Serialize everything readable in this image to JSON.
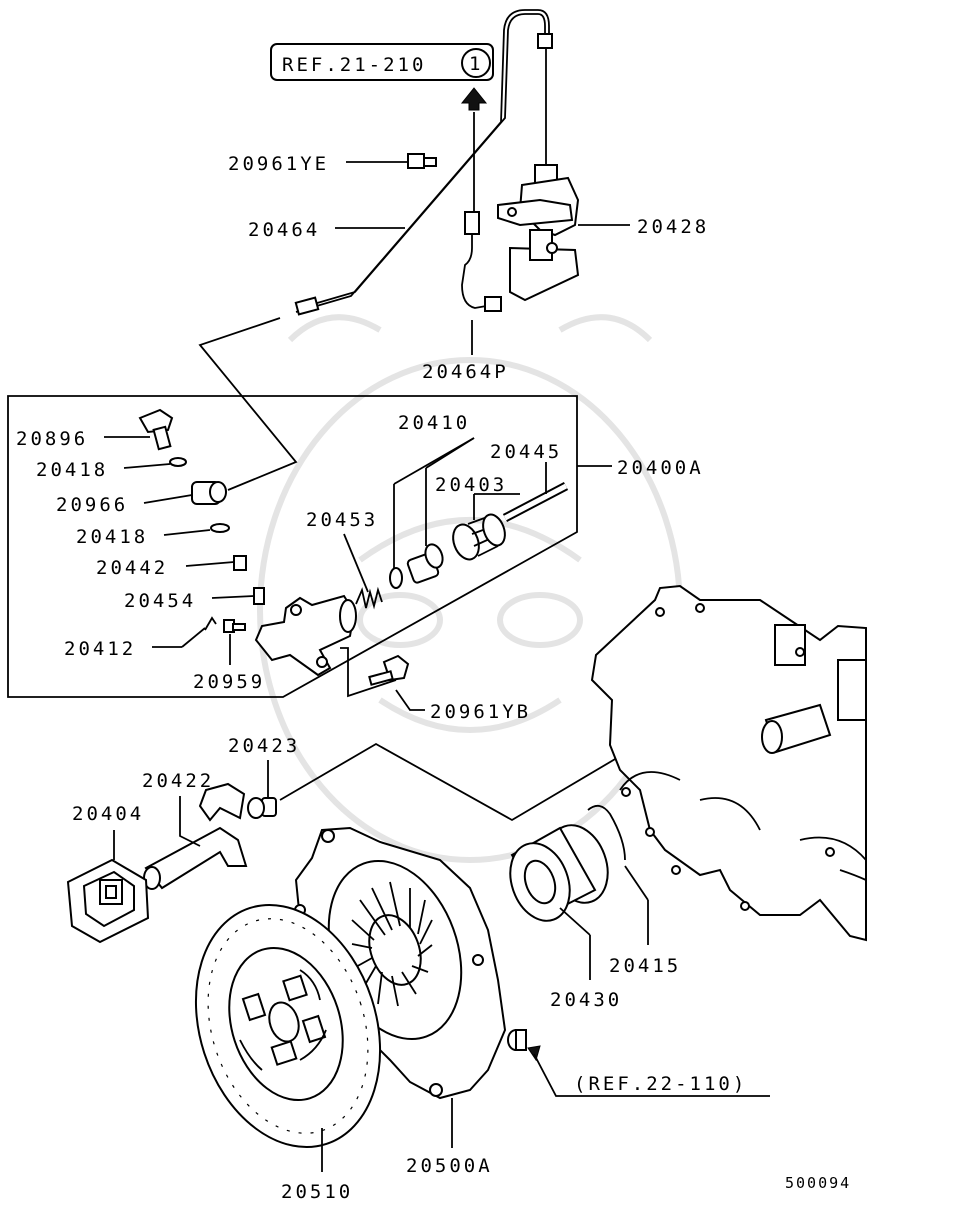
{
  "diagram_id": "500094",
  "references": {
    "top": "REF.21-210",
    "top_circle": "1",
    "bottom": "(REF.22-110)"
  },
  "labels": {
    "p20961YE": "20961YE",
    "p20464": "20464",
    "p20428": "20428",
    "p20464P": "20464P",
    "p20410": "20410",
    "p20445": "20445",
    "p20400A": "20400A",
    "p20403": "20403",
    "p20896": "20896",
    "p20418a": "20418",
    "p20966": "20966",
    "p20418b": "20418",
    "p20453": "20453",
    "p20442": "20442",
    "p20454": "20454",
    "p20412": "20412",
    "p20959": "20959",
    "p20961YB": "20961YB",
    "p20423": "20423",
    "p20422": "20422",
    "p20404": "20404",
    "p20415": "20415",
    "p20430": "20430",
    "p20510": "20510",
    "p20500A": "20500A"
  }
}
